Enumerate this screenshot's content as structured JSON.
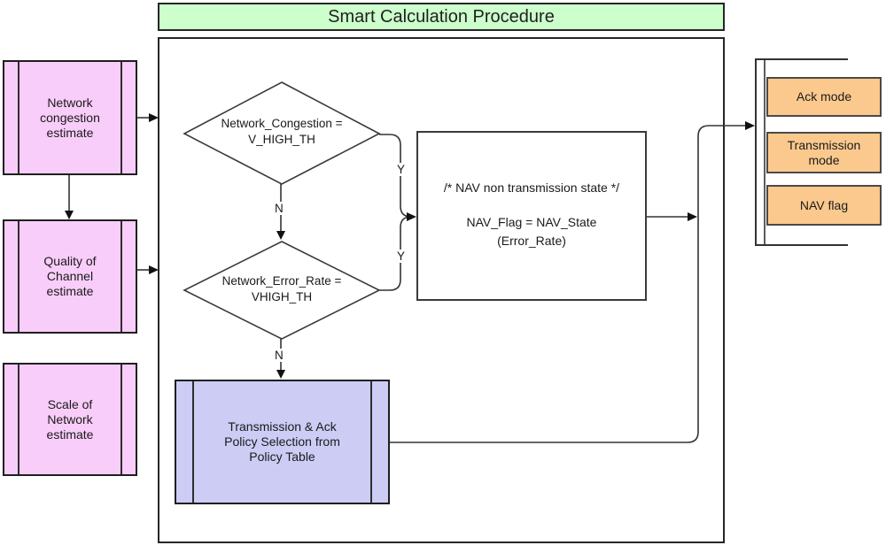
{
  "title": "Smart Calculation Procedure",
  "inputs": {
    "network_congestion": "Network congestion estimate",
    "channel_quality": "Quality of Channel estimate",
    "network_scale": "Scale of Network estimate"
  },
  "decisions": {
    "congestion": {
      "line1": "Network_Congestion =",
      "line2": "V_HIGH_TH"
    },
    "error_rate": {
      "line1": "Network_Error_Rate =",
      "line2": "VHIGH_TH"
    }
  },
  "branch_labels": {
    "yes1": "Y",
    "yes2": "Y",
    "no1": "N",
    "no2": "N"
  },
  "nav_state_box": {
    "comment": "/* NAV non transmission state */",
    "assignment": "NAV_Flag = NAV_State",
    "argument": "(Error_Rate)"
  },
  "policy_box": "Transmission & Ack Policy Selection from Policy Table",
  "outputs": {
    "ack_mode": "Ack mode",
    "transmission_mode": "Transmission mode",
    "nav_flag": "NAV flag"
  },
  "colors": {
    "title_fill": "#ccffcc",
    "input_fill": "#f9cdf9",
    "policy_fill": "#ccccf5",
    "output_fill": "#fbc98d",
    "shape_fill": "#ffffff",
    "line": "#333333"
  }
}
